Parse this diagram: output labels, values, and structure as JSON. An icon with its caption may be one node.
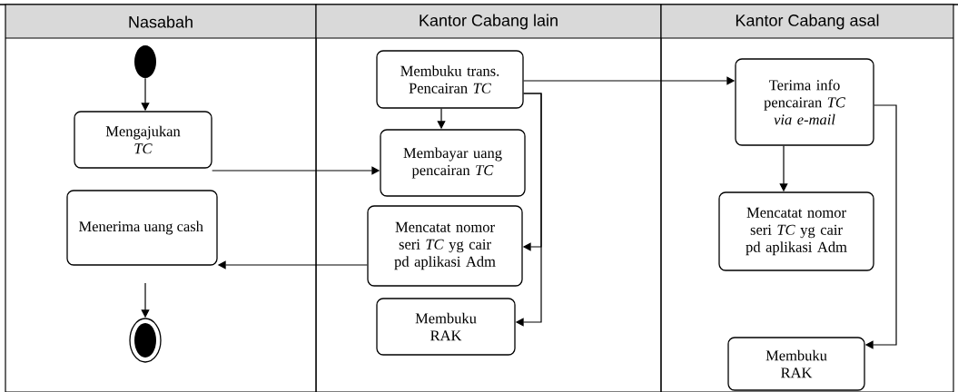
{
  "diagram": {
    "nodes": [
      {
        "text": [
          "Nasabah"
        ]
      },
      {
        "text": [
          "Kantor Cabang lain"
        ]
      },
      {
        "text": [
          "Kantor Cabang asal"
        ]
      },
      {
        "text": [],
        "shape": "circle",
        "in": 0
      },
      {
        "text": [
          "Mengajukan *TC*"
        ],
        "in": 0
      },
      {
        "text": [
          "Menerima uang cash"
        ],
        "in": 0
      },
      {
        "text": [],
        "shape": "circle",
        "in": 0
      },
      {
        "text": [
          "Membuku trans. Pencairan *TC*"
        ],
        "in": 1
      },
      {
        "text": [
          "Membayar uang pencairan *TC*"
        ],
        "in": 1
      },
      {
        "text": [
          "Mencatat nomor seri *TC* yg cair pd aplikasi Adm"
        ],
        "in": 1
      },
      {
        "text": [
          "Membuku RAK"
        ],
        "in": 1
      },
      {
        "text": [
          "Terima info pencairan *TC* *via e-mail*"
        ],
        "in": 2
      },
      {
        "text": [
          "Mencatat nomor seri *TC* yg cair pd aplikasi Adm"
        ],
        "in": 2
      },
      {
        "text": [
          "Membuku RAK"
        ],
        "in": 2
      }
    ],
    "edges": [
      {
        "from": 3,
        "to": 4,
        "arrow": "to"
      },
      {
        "from": 4,
        "to": 8,
        "arrow": "to"
      },
      {
        "from": 7,
        "to": 8,
        "arrow": "to"
      },
      {
        "from": 7,
        "to": 11,
        "arrow": "to"
      },
      {
        "from": 7,
        "to": 9,
        "arrow": "to"
      },
      {
        "from": 7,
        "to": 10,
        "arrow": "to"
      },
      {
        "from": 9,
        "to": 5,
        "arrow": "to"
      },
      {
        "from": 11,
        "to": 12,
        "arrow": "to"
      },
      {
        "from": 11,
        "to": 13,
        "arrow": "to"
      },
      {
        "from": null,
        "to": 6,
        "arrow": "to"
      }
    ]
  }
}
